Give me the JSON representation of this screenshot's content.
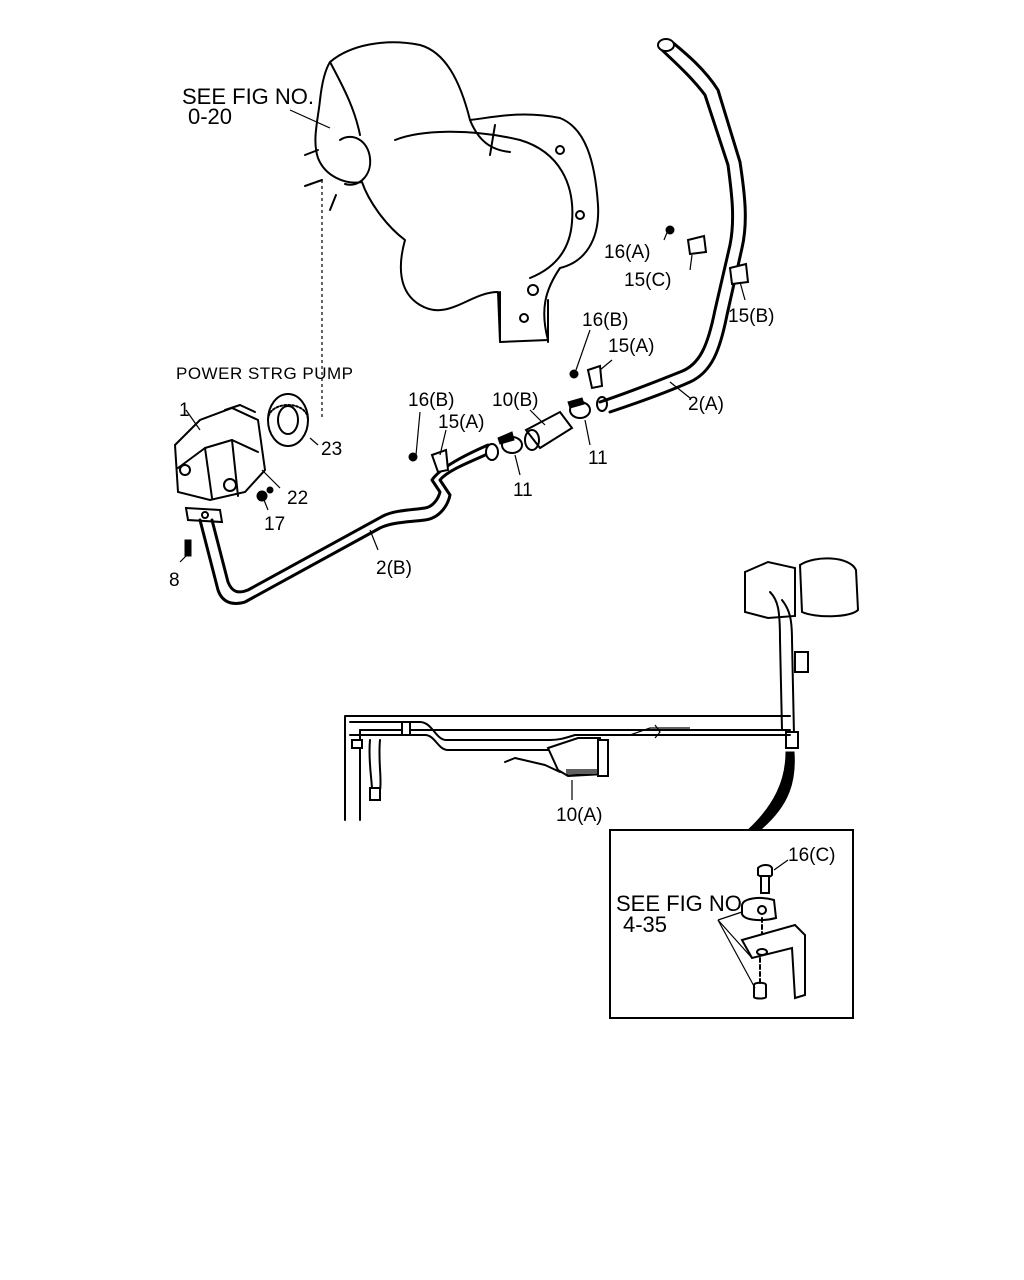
{
  "references": {
    "top": {
      "line1": "SEE FIG NO.",
      "line2": "0-20"
    },
    "inset": {
      "line1": "SEE FIG NO.",
      "line2": "4-35"
    }
  },
  "component_title": "POWER STRG PUMP",
  "callouts": {
    "c1": "1",
    "c23": "23",
    "c22": "22",
    "c17": "17",
    "c8": "8",
    "c2b": "2(B)",
    "c2a": "2(A)",
    "c16b_left": "16(B)",
    "c15a_left": "15(A)",
    "c10b": "10(B)",
    "c11_left": "11",
    "c11_right": "11",
    "c16b_right": "16(B)",
    "c15a_right": "15(A)",
    "c16a": "16(A)",
    "c15c": "15(C)",
    "c15b": "15(B)",
    "c10a": "10(A)",
    "c16c": "16(C)"
  }
}
